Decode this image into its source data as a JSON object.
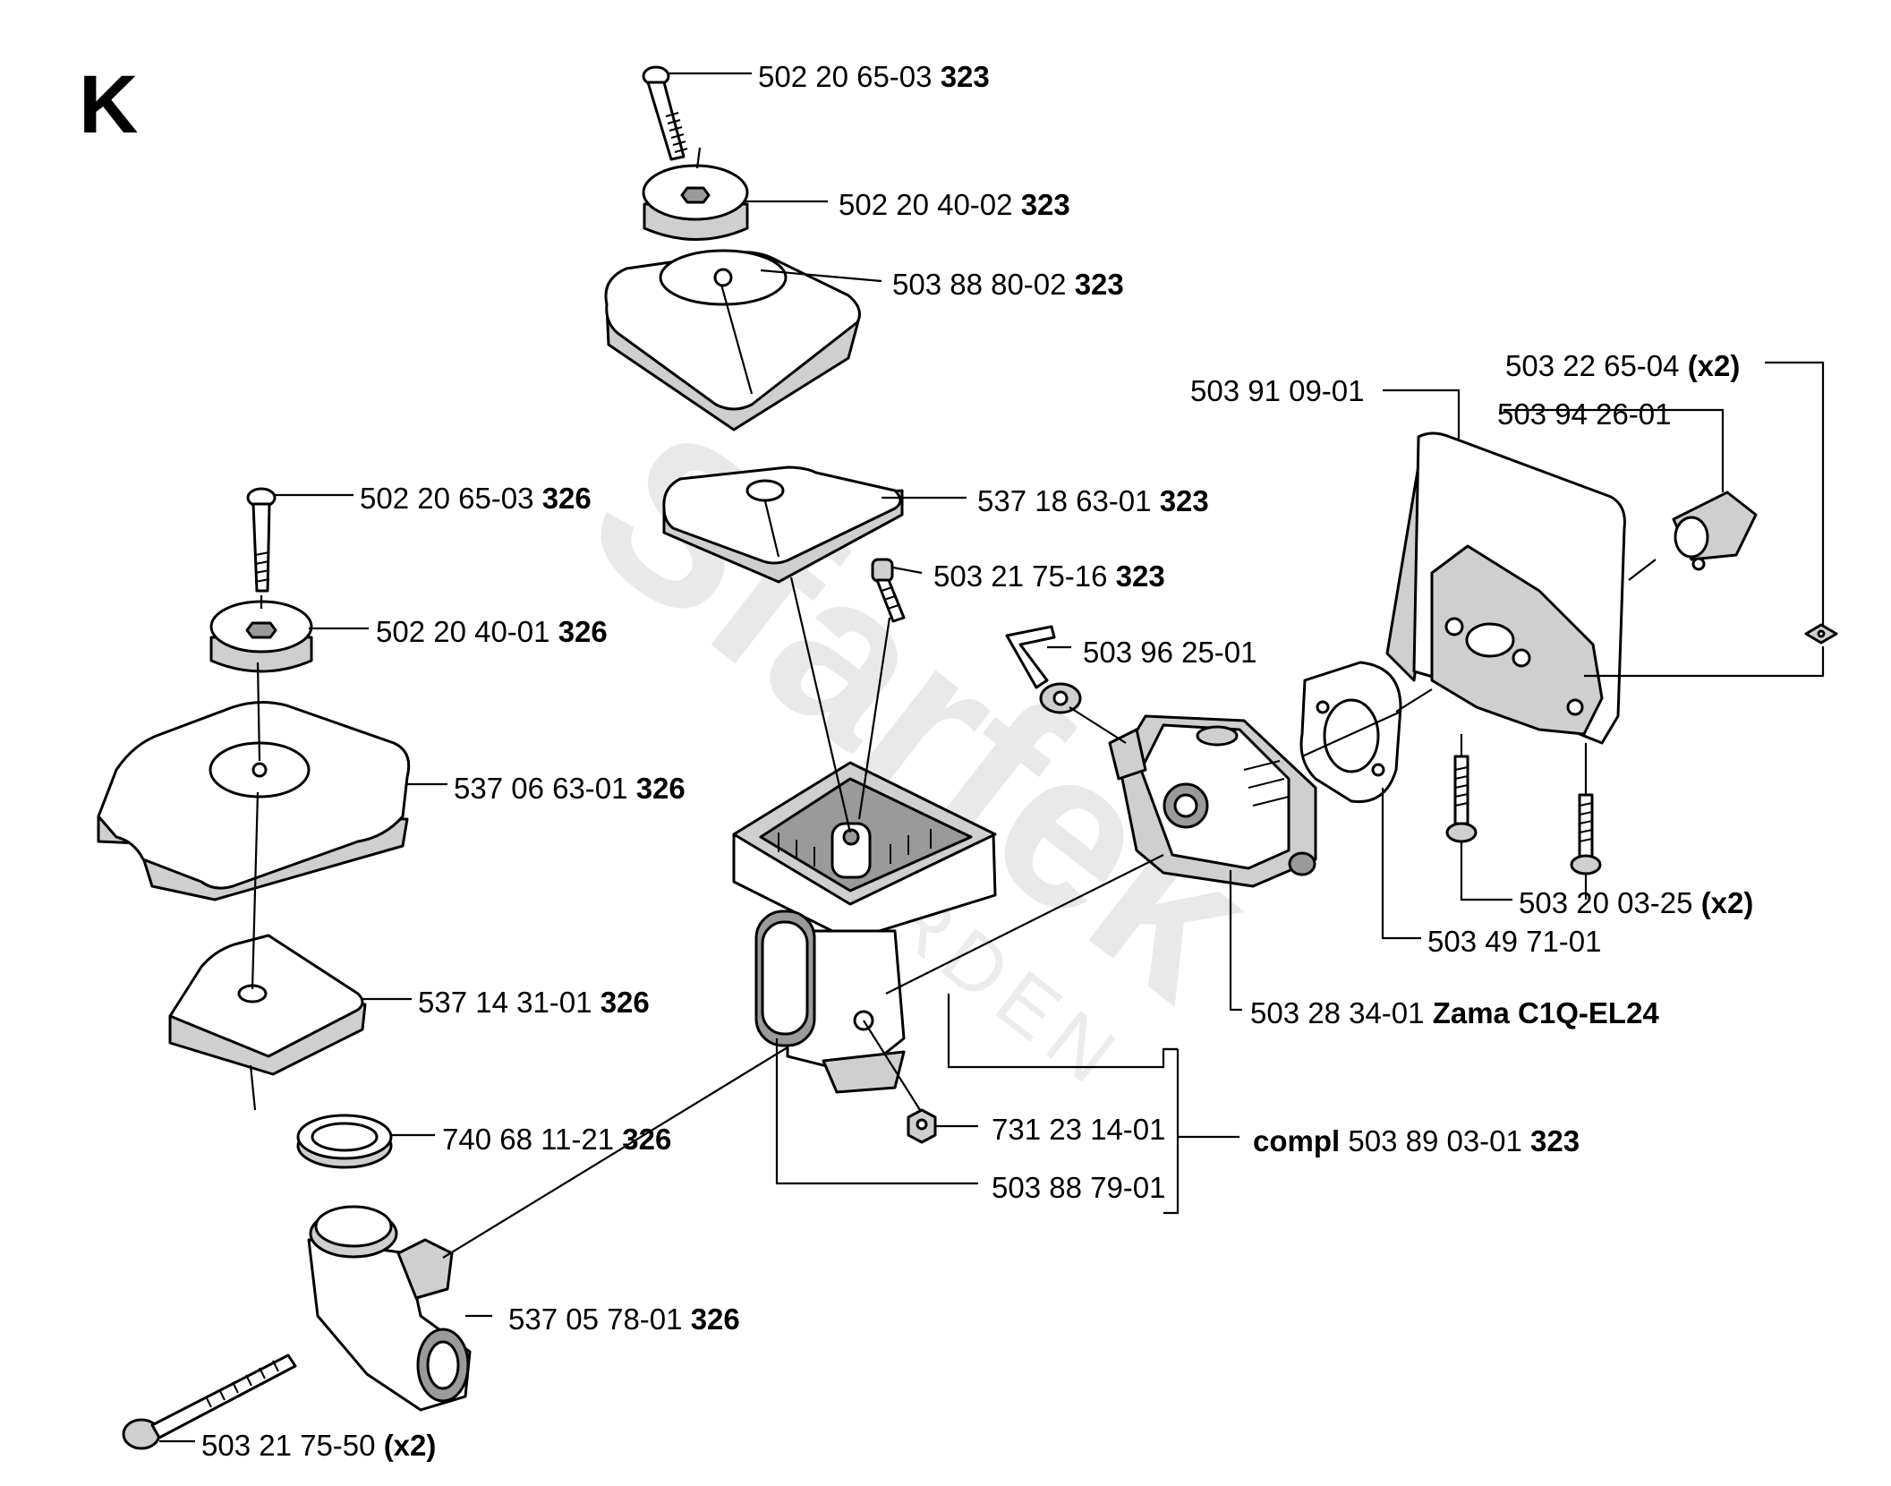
{
  "section_letter": "K",
  "watermark": {
    "brand": "Sfarfek",
    "sub": "GARDEN"
  },
  "callouts": {
    "c1": {
      "part": "502 20 65-03",
      "ref": "323"
    },
    "c2": {
      "part": "502 20 40-02",
      "ref": "323"
    },
    "c3": {
      "part": "503 88 80-02",
      "ref": "323"
    },
    "c4": {
      "part": "502 20 65-03",
      "ref": "326"
    },
    "c5": {
      "part": "537 18 63-01",
      "ref": "323"
    },
    "c6": {
      "part": "503 21 75-16",
      "ref": "323"
    },
    "c7": {
      "part": "502 20 40-01",
      "ref": "326"
    },
    "c8": {
      "part": "503 96 25-01"
    },
    "c9": {
      "part": "537 06 63-01",
      "ref": "326"
    },
    "c10": {
      "part": "537 14 31-01",
      "ref": "326"
    },
    "c11": {
      "part": "740 68 11-21",
      "ref": "326"
    },
    "c12": {
      "part": "731 23 14-01"
    },
    "c13": {
      "part": "503 88 79-01"
    },
    "c14": {
      "part": "537 05 78-01",
      "ref": "326"
    },
    "c15": {
      "part": "503 21 75-50",
      "qty": "(x2)"
    },
    "c16": {
      "part": "503 22 65-04",
      "qty": "(x2)"
    },
    "c17": {
      "part": "503 91 09-01"
    },
    "c18": {
      "part": "503 94 26-01"
    },
    "c19": {
      "part": "503 20 03-25",
      "qty": "(x2)"
    },
    "c20": {
      "part": "503 49 71-01"
    },
    "c21": {
      "part": "503 28 34-01",
      "model": "Zama C1Q-EL24"
    },
    "c22": {
      "prefix": "compl",
      "part": "503 89 03-01",
      "ref": "323"
    }
  }
}
